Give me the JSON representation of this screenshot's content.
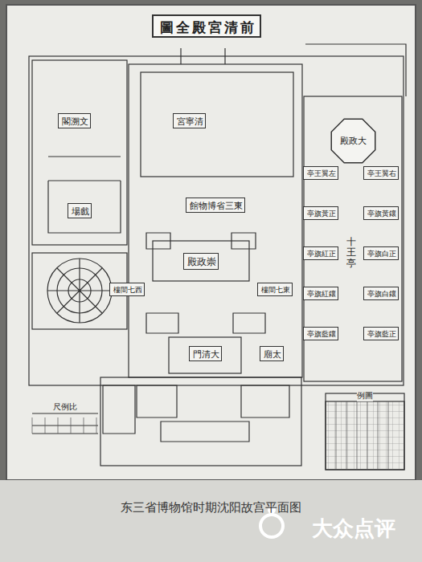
{
  "diagram": {
    "title": "圖全殿宮清前",
    "caption": "东三省博物馆时期沈阳故宫平面图",
    "nodes": [
      {
        "text": [
          "閣溯文"
        ]
      },
      {
        "text": [
          "場戲"
        ]
      },
      {
        "text": [
          "宮寧清"
        ]
      },
      {
        "text": [
          "館物博省三東"
        ]
      },
      {
        "text": [
          "殿政崇"
        ]
      },
      {
        "text": [
          "樓間七西"
        ]
      },
      {
        "text": [
          "樓間七東"
        ]
      },
      {
        "text": [
          "門清大"
        ]
      },
      {
        "text": [
          "廟太"
        ]
      },
      {
        "text": [
          "殿政大"
        ]
      },
      {
        "text": [
          "亭王翼左"
        ]
      },
      {
        "text": [
          "亭旗黃正"
        ]
      },
      {
        "text": [
          "亭旗紅正"
        ]
      },
      {
        "text": [
          "亭旗紅鑲"
        ]
      },
      {
        "text": [
          "亭旗藍鑲"
        ]
      },
      {
        "text": [
          "亭王翼右"
        ]
      },
      {
        "text": [
          "亭旗黃鑲"
        ]
      },
      {
        "text": [
          "亭旗白正"
        ]
      },
      {
        "text": [
          "亭旗白鑲"
        ]
      },
      {
        "text": [
          "亭旗藍正"
        ]
      }
    ],
    "labels": [
      "十王亭",
      "例圖",
      "尺例比",
      "大众点评"
    ]
  }
}
